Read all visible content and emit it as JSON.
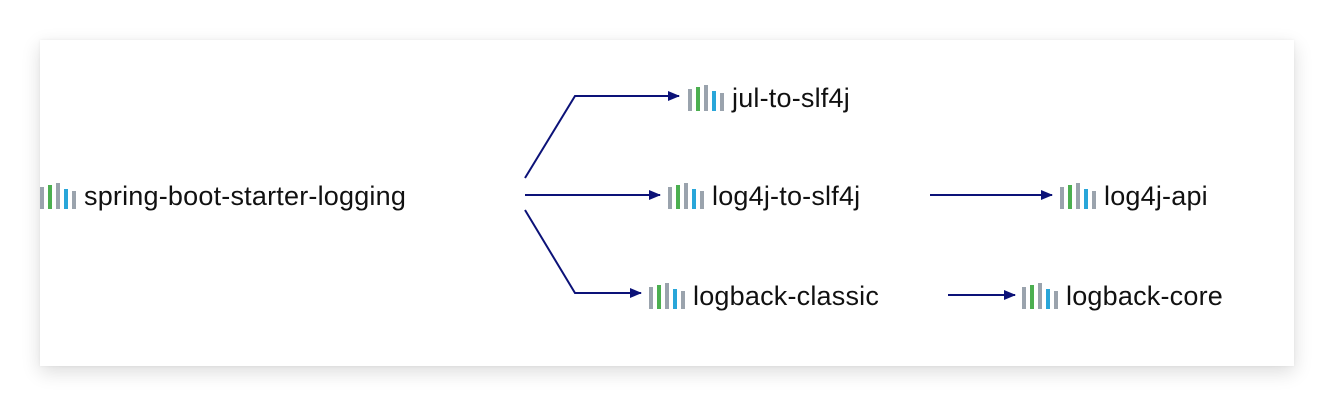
{
  "diagram": {
    "nodes": [
      {
        "id": "starter",
        "label": "spring-boot-starter-logging",
        "icon": "maven-library-icon"
      },
      {
        "id": "jul",
        "label": "jul-to-slf4j",
        "icon": "maven-library-icon"
      },
      {
        "id": "log4jto",
        "label": "log4j-to-slf4j",
        "icon": "maven-library-icon"
      },
      {
        "id": "log4japi",
        "label": "log4j-api",
        "icon": "maven-library-icon"
      },
      {
        "id": "logbackclassic",
        "label": "logback-classic",
        "icon": "maven-library-icon"
      },
      {
        "id": "logbackcore",
        "label": "logback-core",
        "icon": "maven-library-icon"
      }
    ],
    "edges": [
      {
        "from": "starter",
        "to": "jul"
      },
      {
        "from": "starter",
        "to": "log4jto"
      },
      {
        "from": "starter",
        "to": "logbackclassic"
      },
      {
        "from": "log4jto",
        "to": "log4japi"
      },
      {
        "from": "logbackclassic",
        "to": "logbackcore"
      }
    ],
    "colors": {
      "edge": "#0c1278",
      "icon_gray": "#9aa3ad",
      "icon_green": "#4caf50",
      "icon_blue": "#29a6d9"
    }
  }
}
